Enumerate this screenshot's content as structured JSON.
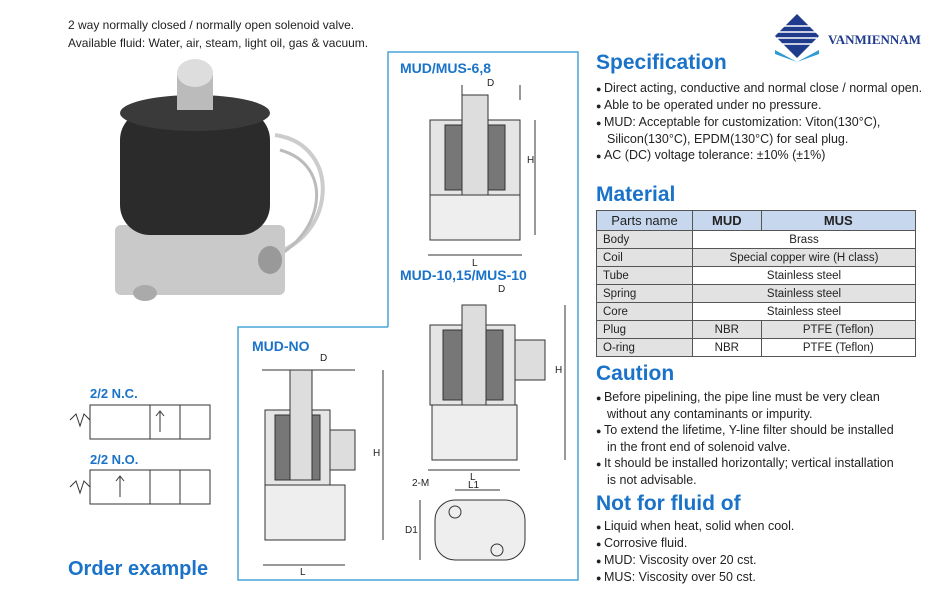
{
  "intro": [
    "2 way normally closed / normally open solenoid valve.",
    "Available fluid: Water, air, steam, light oil, gas & vacuum."
  ],
  "logo": {
    "text": "VANMIENNAM",
    "color": "#1f3b8c"
  },
  "diagrams": {
    "top": "MUD/MUS-6,8",
    "mid": "MUD-10,15/MUS-10",
    "no": "MUD-NO",
    "dims": {
      "d": "D",
      "h": "H",
      "l": "L",
      "l1": "L1",
      "d1": "D1",
      "m": "2-M"
    }
  },
  "symbols": {
    "nc": "2/2 N.C.",
    "no": "2/2 N.O."
  },
  "order": "Order example",
  "spec": {
    "title": "Specification",
    "items": [
      "Direct acting, conductive and normal close / normal open.",
      "Able to be operated under no pressure.",
      "MUD: Acceptable for customization: Viton(130°C), Silicon(130°C), EPDM(130°C) for seal plug.",
      "AC (DC) voltage tolerance: ±10% (±1%)"
    ]
  },
  "material": {
    "title": "Material",
    "headers": [
      "Parts name",
      "MUD",
      "MUS"
    ],
    "rows": [
      [
        "Body",
        "Brass"
      ],
      [
        "Coil",
        "Special copper wire (H class)"
      ],
      [
        "Tube",
        "Stainless steel"
      ],
      [
        "Spring",
        "Stainless steel"
      ],
      [
        "Core",
        "Stainless steel"
      ],
      [
        "Plug",
        "NBR",
        "PTFE (Teflon)"
      ],
      [
        "O-ring",
        "NBR",
        "PTFE (Teflon)"
      ]
    ]
  },
  "caution": {
    "title": "Caution",
    "items": [
      "Before pipelining, the pipe line must be very clean without any contaminants or impurity.",
      "To extend the lifetime, Y-line filter should be installed in the front end of solenoid valve.",
      "It should be installed horizontally; vertical installation is not advisable."
    ]
  },
  "notfor": {
    "title": "Not for fluid of",
    "items": [
      "Liquid when heat, solid when cool.",
      "Corrosive fluid.",
      "MUD: Viscosity over 20 cst.",
      "MUS: Viscosity over 50 cst."
    ]
  }
}
